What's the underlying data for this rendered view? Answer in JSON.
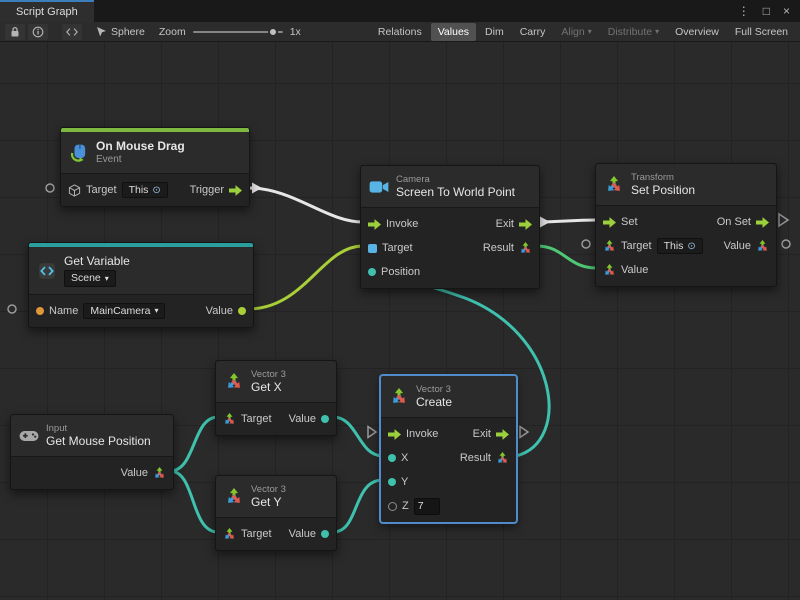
{
  "window": {
    "tab": "Script Graph",
    "more": "⋮",
    "maximize": "□",
    "close": "×"
  },
  "toolbar": {
    "target": "Sphere",
    "zoom_label": "Zoom",
    "zoom_value": "1x",
    "buttons": [
      {
        "label": "Relations",
        "active": false
      },
      {
        "label": "Values",
        "active": true
      },
      {
        "label": "Dim",
        "active": false
      },
      {
        "label": "Carry",
        "active": false
      },
      {
        "label": "Align",
        "caret": true,
        "disabled": true
      },
      {
        "label": "Distribute",
        "caret": true,
        "disabled": true
      },
      {
        "label": "Overview",
        "active": false
      },
      {
        "label": "Full Screen",
        "active": false
      }
    ]
  },
  "ui": {
    "caret": "▾",
    "target_glyph": "⊙"
  },
  "nodes": {
    "on_mouse_drag": {
      "title": "On Mouse Drag",
      "subtitle": "Event",
      "target_label": "Target",
      "target_value": "This",
      "trigger_label": "Trigger"
    },
    "get_variable": {
      "title": "Get Variable",
      "scope": "Scene",
      "name_label": "Name",
      "name_value": "MainCamera",
      "value_label": "Value"
    },
    "camera": {
      "kind": "Camera",
      "title": "Screen To World Point",
      "invoke": "Invoke",
      "exit": "Exit",
      "target": "Target",
      "result": "Result",
      "position": "Position"
    },
    "transform": {
      "kind": "Transform",
      "title": "Set Position",
      "set": "Set",
      "on_set": "On Set",
      "target": "Target",
      "target_value": "This",
      "value_out": "Value",
      "value_in": "Value"
    },
    "get_x": {
      "kind": "Vector 3",
      "title": "Get X",
      "target": "Target",
      "value": "Value"
    },
    "get_y": {
      "kind": "Vector 3",
      "title": "Get Y",
      "target": "Target",
      "value": "Value"
    },
    "input": {
      "kind": "Input",
      "title": "Get Mouse Position",
      "value": "Value"
    },
    "create": {
      "kind": "Vector 3",
      "title": "Create",
      "invoke": "Invoke",
      "exit": "Exit",
      "x": "X",
      "y": "Y",
      "z": "Z",
      "z_value": "7",
      "result": "Result"
    }
  },
  "colors": {
    "flow_wire": "#e6e6e6",
    "value_wire_teal": "#3fc1ae",
    "value_wire_lime": "#a9cf38",
    "value_wire_green": "#4fc775",
    "port_green": "#9ccf3c",
    "event_strip": "#7cb93e",
    "variable_strip": "#2a9d9d",
    "selection": "#4f8cc9"
  }
}
